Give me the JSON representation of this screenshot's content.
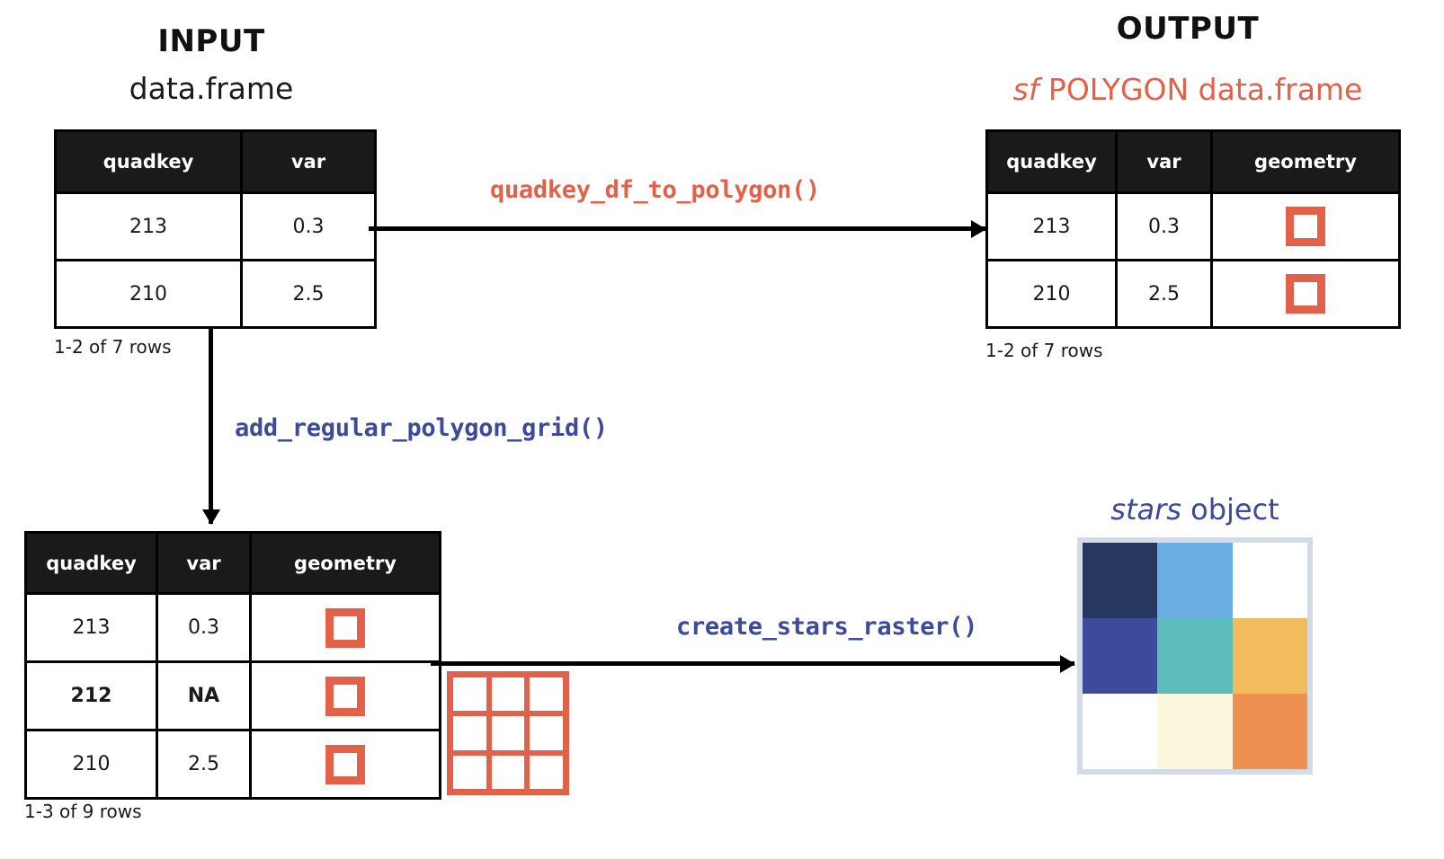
{
  "colors": {
    "accent_red": "#e2614a",
    "accent_blue": "#3b4a99",
    "header_bg": "#1a1a1a",
    "raster_border": "#d4dae6"
  },
  "input_section": {
    "title": "INPUT",
    "subtitle": "data.frame",
    "table": {
      "columns": [
        "quadkey",
        "var"
      ],
      "rows": [
        {
          "quadkey": "213",
          "var": "0.3",
          "bold": false
        },
        {
          "quadkey": "210",
          "var": "2.5",
          "bold": false
        }
      ]
    },
    "caption": "1-2 of 7 rows"
  },
  "output_section": {
    "title": "OUTPUT",
    "subtitle_italic": "sf",
    "subtitle_rest": " POLYGON data.frame",
    "table": {
      "columns": [
        "quadkey",
        "var",
        "geometry"
      ],
      "rows": [
        {
          "quadkey": "213",
          "var": "0.3",
          "geometry": "polygon-square",
          "bold": false
        },
        {
          "quadkey": "210",
          "var": "2.5",
          "geometry": "polygon-square",
          "bold": false
        }
      ]
    },
    "caption": "1-2 of 7 rows"
  },
  "grid_section": {
    "table": {
      "columns": [
        "quadkey",
        "var",
        "geometry"
      ],
      "rows": [
        {
          "quadkey": "213",
          "var": "0.3",
          "geometry": "polygon-square",
          "bold": false
        },
        {
          "quadkey": "212",
          "var": "NA",
          "geometry": "polygon-square",
          "bold": true
        },
        {
          "quadkey": "210",
          "var": "2.5",
          "geometry": "polygon-square",
          "bold": false
        }
      ]
    },
    "caption": "1-3 of 9 rows",
    "grid_glyph": {
      "rows": 3,
      "cols": 3,
      "color": "#e2614a"
    }
  },
  "stars_section": {
    "title_italic": "stars",
    "title_rest": " object",
    "raster": {
      "rows": 3,
      "cols": 3,
      "cells": [
        "#27385f",
        "#6aaee4",
        "#ffffff",
        "#3c4b9a",
        "#5dbdbd",
        "#f2bc5c",
        "#ffffff",
        "#fbf7dd",
        "#ee9052"
      ]
    }
  },
  "functions": {
    "quadkey_df_to_polygon": "quadkey_df_to_polygon()",
    "add_regular_polygon_grid": "add_regular_polygon_grid()",
    "create_stars_raster": "create_stars_raster()"
  }
}
